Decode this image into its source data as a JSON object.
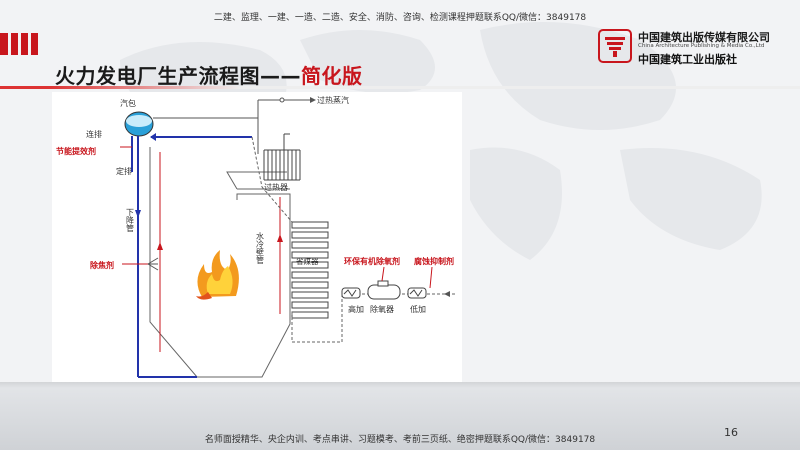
{
  "header": {
    "top_text": "二建、监理、一建、一造、二造、安全、消防、咨询、检测课程押题联系QQ/微信：3849178"
  },
  "footer": {
    "bottom_text": "名师面授精华、央企内训、考点串讲、习题模考、考前三页纸、绝密押题联系QQ/微信：3849178",
    "page_number": "16"
  },
  "slide": {
    "title_main": "火力发电厂生产流程图——",
    "title_highlight": "简化版"
  },
  "logo": {
    "name_cn": "中国建筑出版传媒有限公司",
    "name_en": "China Architecture Publishing & Media Co.,Ltd",
    "name_cn2": "中国建筑工业出版社"
  },
  "diagram": {
    "labels": {
      "drum": "汽包",
      "continuous_blowdown": "连排",
      "energy_additive": "节能提效剂",
      "periodic_blowdown": "定排",
      "downcomer": "下降管",
      "superheated_steam": "过热蒸汽",
      "superheater": "过热器",
      "water_wall": "水冷壁管",
      "economizer": "省煤器",
      "decoking_agent": "除焦剂",
      "eco_deoxidizer": "环保有机除氧剂",
      "corrosion_inhibitor": "腐蚀抑制剂",
      "hp_heater": "高加",
      "deaerator": "除氧器",
      "lp_heater": "低加"
    },
    "colors": {
      "water_line": "#2233aa",
      "wall_line": "#c8161d",
      "pipe": "#555555",
      "label_red": "#c8161d"
    }
  }
}
